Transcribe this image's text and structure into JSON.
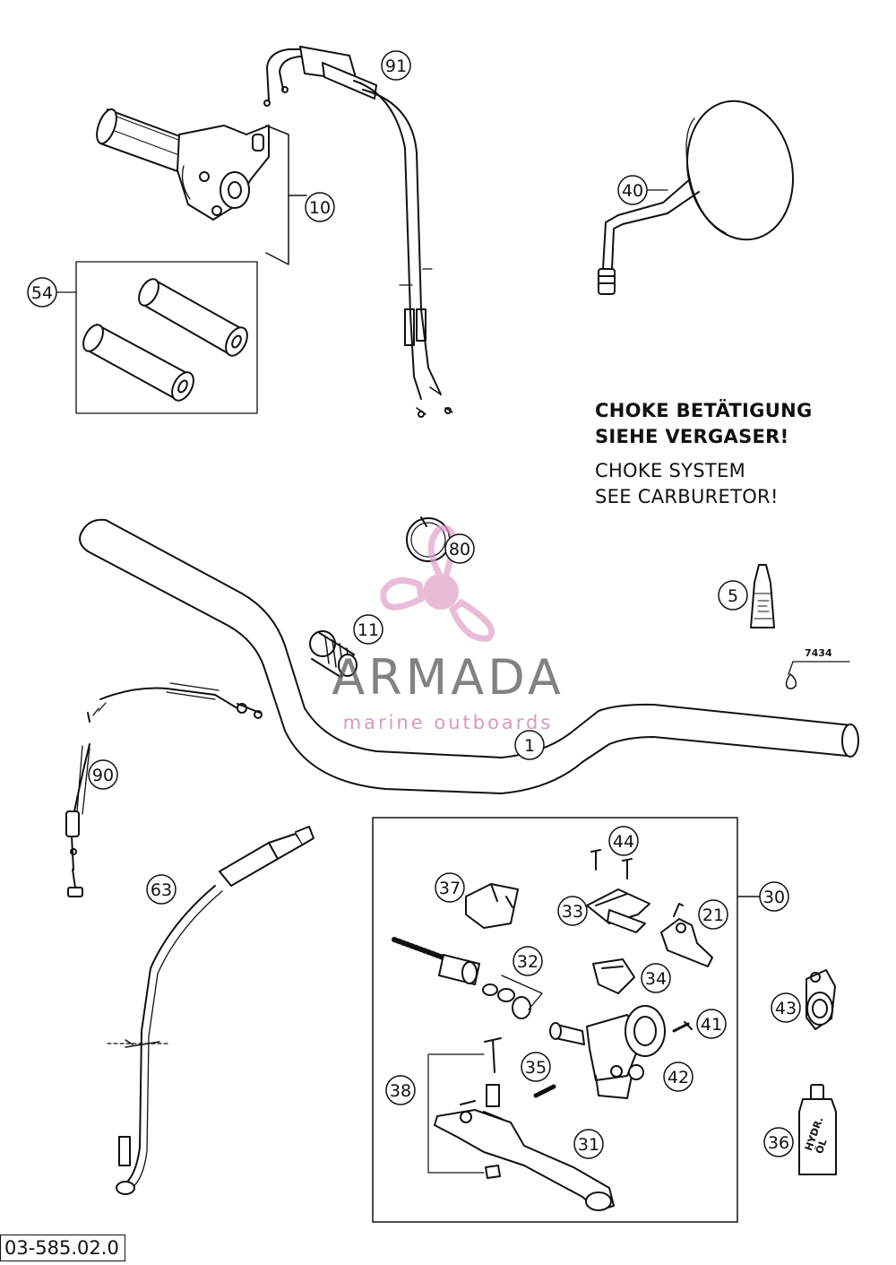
{
  "notes": {
    "de_line1": "CHOKE BETÄTIGUNG",
    "de_line2": "SIEHE VERGASER!",
    "en_line1": "CHOKE SYSTEM",
    "en_line2": "SEE CARBURETOR!"
  },
  "reference_code": "03-585.02.0",
  "loctite_code": "7434",
  "watermark": {
    "brand": "ARMADA",
    "sub": "marine outboards",
    "color": "#e0a0c8"
  },
  "part_callouts": [
    "91",
    "10",
    "54",
    "40",
    "80",
    "5",
    "11",
    "1",
    "90",
    "63",
    "44",
    "37",
    "33",
    "21",
    "30",
    "32",
    "34",
    "43",
    "41",
    "42",
    "35",
    "38",
    "31",
    "36"
  ],
  "labels": {
    "oil_bottle_l1": "HYDR.",
    "oil_bottle_l2": "ÖL"
  }
}
